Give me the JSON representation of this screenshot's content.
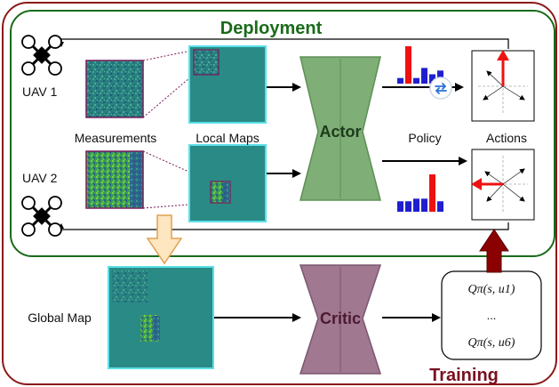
{
  "labels": {
    "deployment": "Deployment",
    "training": "Training",
    "uav1": "UAV 1",
    "uav2": "UAV 2",
    "measurements": "Measurements",
    "local_maps": "Local Maps",
    "actor": "Actor",
    "policy": "Policy",
    "actions": "Actions",
    "global_map": "Global Map",
    "critic": "Critic",
    "q_first": "Qπ(s, u1)",
    "q_dots": "...",
    "q_last": "Qπ(s, u6)"
  },
  "policy_bars": {
    "uav1": [
      0.15,
      1.0,
      0.15,
      0.42,
      0.25,
      0.35
    ],
    "uav2": [
      0.28,
      0.28,
      0.35,
      0.35,
      1.0,
      0.28
    ]
  },
  "policy_highlight_index": {
    "uav1": 1,
    "uav2": 4
  },
  "colors": {
    "deployment_border": "#1a6b1a",
    "deployment_text": "#1a6b1a",
    "training_border": "#8b1a1a",
    "training_text": "#7a1020",
    "actor_fill": "#7faf76",
    "critic_fill": "#a07890",
    "map_fill": "#2a8a86",
    "map_border": "#5ae0e8",
    "measure_border": "#7a1a5a",
    "bar_blue": "#1f1fd0",
    "bar_red": "#ee1111",
    "action_arrow": "#ee1111",
    "big_arrow": "#8b0000",
    "down_arrow_fill": "#fde6c0",
    "down_arrow_stroke": "#e0a050"
  },
  "icons": {
    "uav": "drone-icon",
    "swap": "swap-icon"
  }
}
